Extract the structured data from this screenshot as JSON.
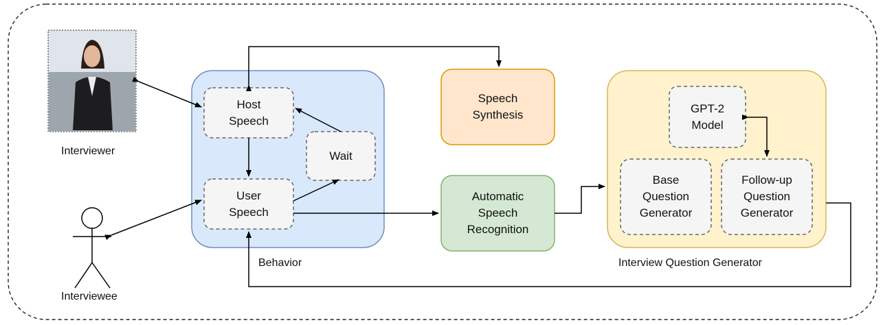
{
  "actors": {
    "interviewer": "Interviewer",
    "interviewee": "Interviewee"
  },
  "groups": {
    "behavior": "Behavior",
    "question_generator": "Interview Question Generator"
  },
  "nodes": {
    "host_speech": [
      "Host",
      "Speech"
    ],
    "user_speech": [
      "User",
      "Speech"
    ],
    "wait": "Wait",
    "speech_synthesis": [
      "Speech",
      "Synthesis"
    ],
    "asr": [
      "Automatic",
      "Speech",
      "Recognition"
    ],
    "gpt2": [
      "GPT-2",
      "Model"
    ],
    "base_qg": [
      "Base",
      "Question",
      "Generator"
    ],
    "followup_qg": [
      "Follow-up",
      "Question",
      "Generator"
    ]
  },
  "colors": {
    "behavior_fill": "#dae8fc",
    "behavior_stroke": "#6c8ebf",
    "synthesis_fill": "#ffe6cc",
    "synthesis_stroke": "#d79b00",
    "asr_fill": "#d5e8d4",
    "asr_stroke": "#82b366",
    "qg_fill": "#fff2cc",
    "qg_stroke": "#d6b656",
    "inner_fill": "#f5f5f5",
    "inner_stroke": "#666666"
  }
}
